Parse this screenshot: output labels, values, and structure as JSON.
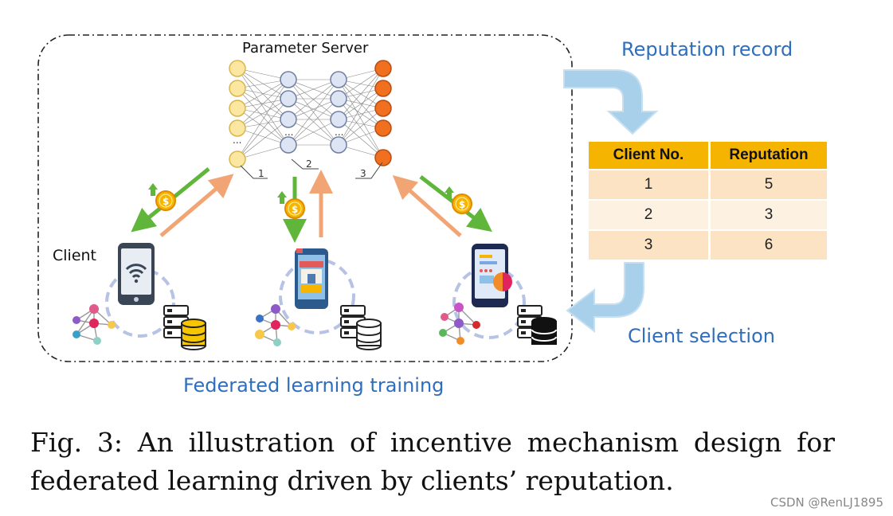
{
  "diagram": {
    "server_label": "Parameter Server",
    "client_label": "Client",
    "layer_labels": [
      "1",
      "2",
      "3"
    ],
    "ellipsis": "...",
    "coin_symbol": "$",
    "reputation_record_label": "Reputation record",
    "client_selection_label": "Client selection",
    "training_label": "Federated learning training",
    "colors": {
      "input_node": "#fbe7a1",
      "hidden_node": "#dde4f3",
      "output_node": "#f0701f",
      "download_arrow": "#5fb63a",
      "upload_arrow": "#f2a574",
      "flow_arrow": "#a9d0ea",
      "title_blue": "#2f6ebd",
      "table_header": "#f5b400"
    },
    "table": {
      "headers": [
        "Client No.",
        "Reputation"
      ],
      "rows": [
        {
          "client": "1",
          "reputation": "5"
        },
        {
          "client": "2",
          "reputation": "3"
        },
        {
          "client": "3",
          "reputation": "6"
        }
      ]
    },
    "icons": [
      "smartphone-wifi-icon",
      "smartphone-shop-icon",
      "smartphone-app-icon",
      "coin-icon",
      "server-icon",
      "database-icon",
      "network-graph-icon"
    ]
  },
  "caption": "Fig. 3: An illustration of incentive mechanism design for federated learning driven by clients’ reputation.",
  "watermark": "CSDN @RenLJ1895"
}
